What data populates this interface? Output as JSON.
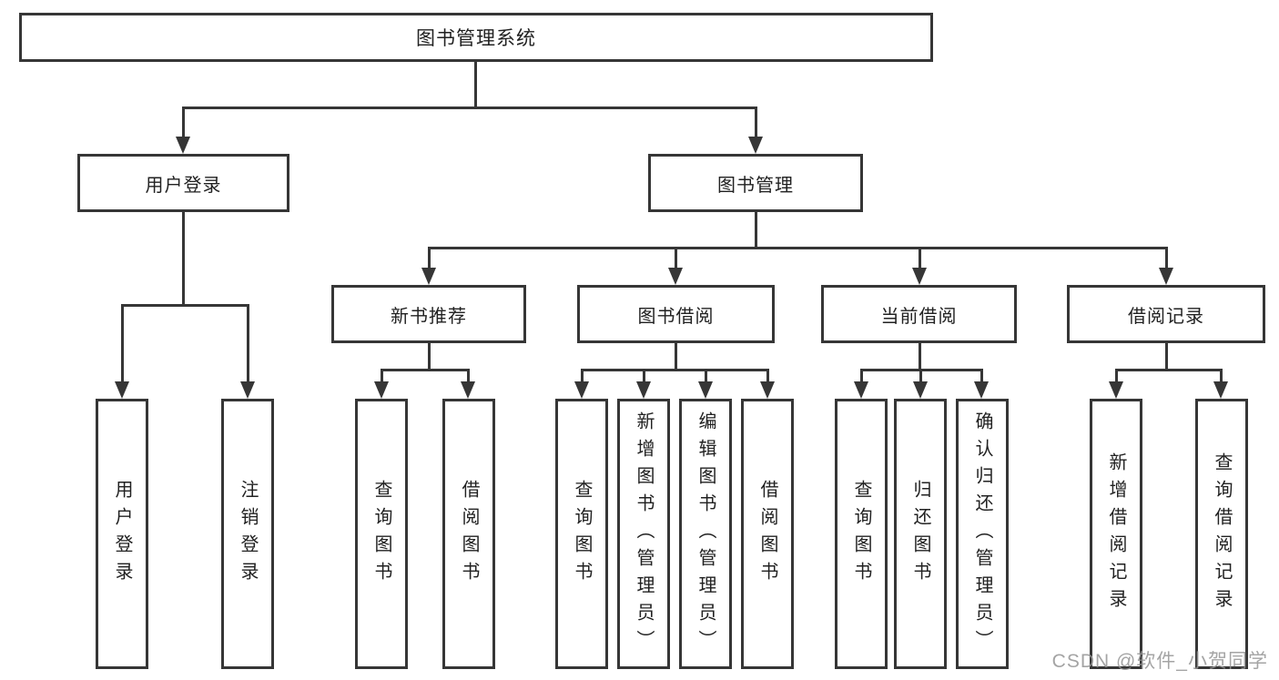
{
  "tree": {
    "root": "图书管理系统",
    "children": [
      {
        "label": "用户登录",
        "children": [
          "用户登录",
          "注销登录"
        ]
      },
      {
        "label": "图书管理",
        "children": [
          {
            "label": "新书推荐",
            "children": [
              "查询图书",
              "借阅图书"
            ]
          },
          {
            "label": "图书借阅",
            "children": [
              "查询图书",
              "新增图书（管理员）",
              "编辑图书（管理员）",
              "借阅图书"
            ]
          },
          {
            "label": "当前借阅",
            "children": [
              "查询图书",
              "归还图书",
              "确认归还（管理员）"
            ]
          },
          {
            "label": "借阅记录",
            "children": [
              "新增借阅记录",
              "查询借阅记录"
            ]
          }
        ]
      }
    ]
  },
  "watermark": "CSDN @软件_小贺同学",
  "colors": {
    "line": "#363636",
    "text": "#212121",
    "background": "#ffffff",
    "watermark": "#949494"
  }
}
